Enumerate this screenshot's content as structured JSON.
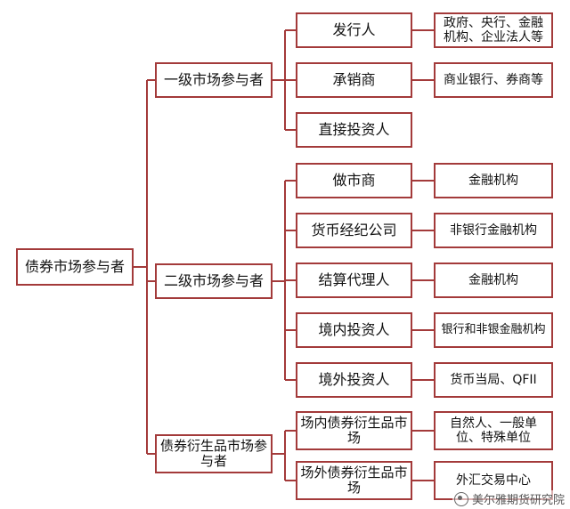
{
  "root": "债券市场参与者",
  "colors": {
    "border": "#a33a3a",
    "line": "#a33a3a"
  },
  "level1": [
    {
      "label": "一级市场参与者",
      "children": [
        {
          "label": "发行人",
          "detail": "政府、央行、金融机构、企业法人等"
        },
        {
          "label": "承销商",
          "detail": "商业银行、券商等"
        },
        {
          "label": "直接投资人",
          "detail": ""
        }
      ]
    },
    {
      "label": "二级市场参与者",
      "children": [
        {
          "label": "做市商",
          "detail": "金融机构"
        },
        {
          "label": "货币经纪公司",
          "detail": "非银行金融机构"
        },
        {
          "label": "结算代理人",
          "detail": "金融机构"
        },
        {
          "label": "境内投资人",
          "detail": "银行和非银金融机构"
        },
        {
          "label": "境外投资人",
          "detail": "货币当局、QFII"
        }
      ]
    },
    {
      "label": "债券衍生品市场参与者",
      "children": [
        {
          "label": "场内债券衍生品市场",
          "detail": "自然人、一般单位、特殊单位"
        },
        {
          "label": "场外债券衍生品市场",
          "detail": "外汇交易中心"
        }
      ]
    }
  ],
  "watermark": "美尔雅期货研究院"
}
